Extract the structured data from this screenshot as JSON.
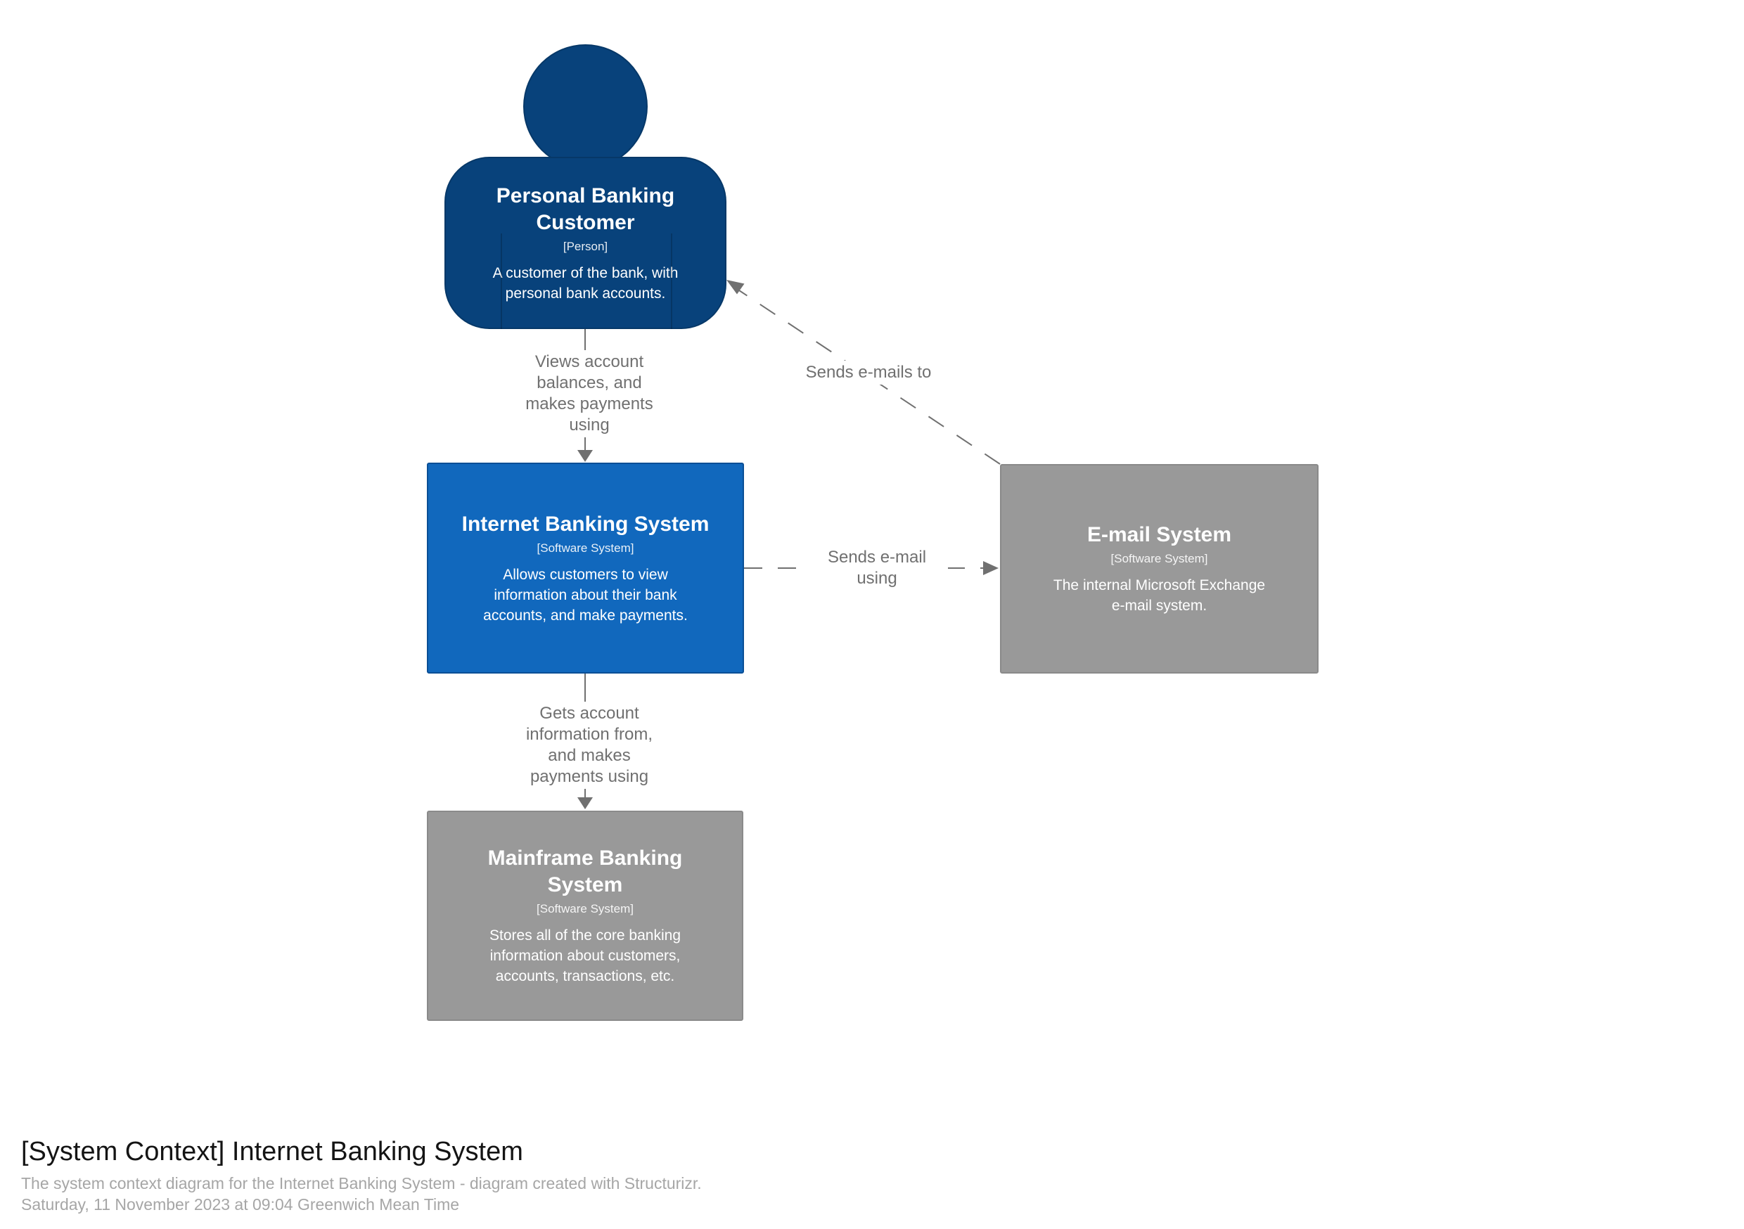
{
  "diagram": {
    "title": "[System Context] Internet Banking System",
    "subtitle": "The system context diagram for the Internet Banking System - diagram created with Structurizr.",
    "timestamp": "Saturday, 11 November 2023 at 09:04 Greenwich Mean Time"
  },
  "colors": {
    "person_fill": "#08427b",
    "software_system_fill": "#1168bd",
    "external_system_fill": "#999999",
    "relationship_gray": "#707070",
    "node_text": "#ffffff",
    "footer_title_text": "#141414",
    "footer_subtitle_text": "#a6a6a6"
  },
  "nodes": {
    "customer": {
      "name": [
        "Personal Banking",
        "Customer"
      ],
      "type_label": "[Person]",
      "description": [
        "A customer of the bank, with",
        "personal bank accounts."
      ]
    },
    "internet_banking_system": {
      "name": [
        "Internet Banking System"
      ],
      "type_label": "[Software System]",
      "description": [
        "Allows customers to view",
        "information about their bank",
        "accounts, and make payments."
      ]
    },
    "email_system": {
      "name": [
        "E-mail System"
      ],
      "type_label": "[Software System]",
      "description": [
        "The internal Microsoft Exchange",
        "e-mail system."
      ]
    },
    "mainframe_banking_system": {
      "name": [
        "Mainframe Banking",
        "System"
      ],
      "type_label": "[Software System]",
      "description": [
        "Stores all of the core banking",
        "information about customers,",
        "accounts, transactions, etc."
      ]
    }
  },
  "relationships": {
    "customer_to_internet_banking": {
      "label": [
        "Views account",
        "balances, and",
        "makes payments",
        "using"
      ]
    },
    "email_to_customer": {
      "label": [
        "Sends e-mails to"
      ]
    },
    "internet_banking_to_email": {
      "label": [
        "Sends e-mail",
        "using"
      ]
    },
    "internet_banking_to_mainframe": {
      "label": [
        "Gets account",
        "information from,",
        "and makes",
        "payments using"
      ]
    }
  }
}
